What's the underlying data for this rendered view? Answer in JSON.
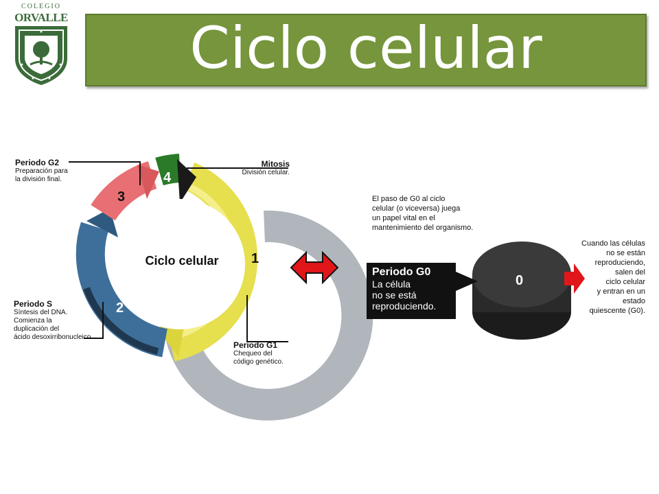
{
  "logo": {
    "top_text": "COLEGIO",
    "name": "ORVALLE",
    "colors": {
      "primary": "#3b6b3a"
    }
  },
  "title": "Ciclo celular",
  "colors": {
    "banner": "#76953c",
    "g1": "#e6df4e",
    "s": "#3e6f9a",
    "g2": "#e86f73",
    "mitosis": "#2a7a2a",
    "arrow": "#e0161b",
    "g0": "#333333"
  },
  "cycle": {
    "center_label": "Ciclo celular",
    "phases": [
      {
        "number": "1",
        "name": "Periodo G1",
        "description": [
          "Chequeo del",
          "código genético."
        ]
      },
      {
        "number": "2",
        "name": "Periodo S",
        "description": [
          "Síntesis del DNA.",
          "Comienza la",
          "duplicación del",
          "ácido desoxirribonucleico."
        ]
      },
      {
        "number": "3",
        "name": "Periodo G2",
        "description": [
          "Preparación para",
          "la división final."
        ]
      },
      {
        "number": "4",
        "name": "Mitosis",
        "description": [
          "División celular."
        ]
      }
    ]
  },
  "g0": {
    "number": "0",
    "title": "Periodo G0",
    "description": [
      "La célula",
      "no se está",
      "reproduciendo."
    ],
    "note": [
      "El paso de G0 al ciclo",
      "celular (o viceversa) juega",
      "un papel vital en el",
      "mantenimiento del organismo."
    ],
    "right_text": [
      "Cuando las células",
      "no se están",
      "reproduciendo,",
      "salen del",
      "ciclo celular",
      "y entran en un",
      "estado",
      "quiescente (G0)."
    ]
  },
  "icons": [
    "double-arrow-icon",
    "red-arrow-icon",
    "shield-logo-icon"
  ]
}
